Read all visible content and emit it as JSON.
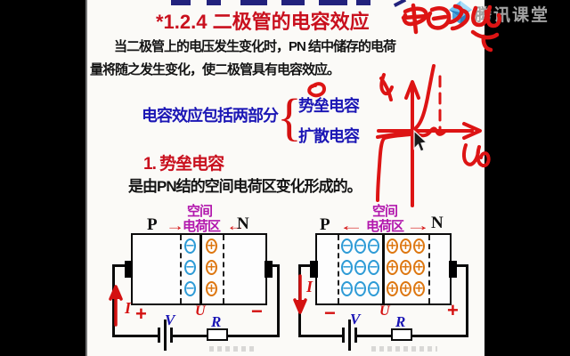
{
  "watermark": {
    "brand_text": "腾讯课堂"
  },
  "slide": {
    "title": "*1.2.4  二极管的电容效应",
    "paragraph_line1": "当二极管上的电压发生变化时，PN 结中储存的电荷",
    "paragraph_line2": "量将随之发生变化，使二极管具有电容效应。",
    "capacitance_intro": "电容效应包括两部分",
    "brace": "{",
    "capacitance_types": [
      "势垒电容",
      "扩散电容"
    ],
    "section_heading": "1. 势垒电容",
    "section_body": "是由PN结的空间电荷区变化形成的。"
  },
  "diagram_forward": {
    "region_label_top": "空间",
    "region_label_bottom": "电荷区",
    "arrow_in_left": "→",
    "arrow_in_right": "←",
    "p_label": "P",
    "n_label": "N",
    "current_label": "I",
    "sign_left": "+",
    "sign_right": "−",
    "junction_voltage_label": "U",
    "source_label": "V",
    "resistor_label": "R",
    "neg_charges": {
      "count": 3,
      "sign": "−",
      "color": "#2e9bd6"
    },
    "pos_charges": {
      "count": 3,
      "sign": "+",
      "color": "#dd7711"
    }
  },
  "diagram_reverse": {
    "region_label_top": "空间",
    "region_label_bottom": "电荷区",
    "arrow_out_left": "←",
    "arrow_out_right": "→",
    "p_label": "P",
    "n_label": "N",
    "current_label": "I",
    "sign_left": "−",
    "sign_right": "+",
    "junction_voltage_label": "U",
    "source_label": "V",
    "resistor_label": "R",
    "neg_charges": {
      "count": 9,
      "sign": "−",
      "color": "#2e9bd6"
    },
    "pos_charges": {
      "count": 9,
      "sign": "+",
      "color": "#dd7711"
    }
  },
  "handwriting": {
    "iv_curve_u_label": "u"
  },
  "colors": {
    "title_red": "#c9101e",
    "text_blue": "#1b16b5",
    "label_magenta": "#b217ad",
    "ink_red": "#d41111",
    "neg_blue": "#2e9bd6",
    "pos_orange": "#dd7711"
  }
}
